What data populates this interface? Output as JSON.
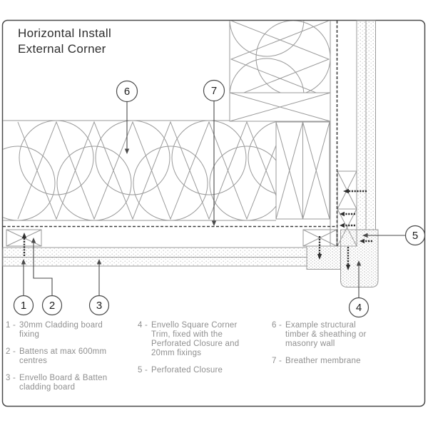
{
  "title": {
    "line1": "Horizontal Install",
    "line2": "External Corner"
  },
  "callouts": {
    "c1": "1",
    "c2": "2",
    "c3": "3",
    "c4": "4",
    "c5": "5",
    "c6": "6",
    "c7": "7"
  },
  "legend": {
    "columns": [
      [
        {
          "num": "1",
          "lines": [
            "30mm Cladding board",
            "fixing"
          ]
        },
        {
          "num": "2",
          "lines": [
            "Battens at max 600mm",
            "centres"
          ]
        },
        {
          "num": "3",
          "lines": [
            "Envello Board & Batten",
            "cladding board"
          ]
        }
      ],
      [
        {
          "num": "4",
          "lines": [
            "Envello Square Corner",
            "Trim, fixed with the",
            "Perforated Closure and",
            "20mm fixings"
          ]
        },
        {
          "num": "5",
          "lines": [
            "Perforated Closure"
          ]
        }
      ],
      [
        {
          "num": "6",
          "lines": [
            "Example structural",
            "timber & sheathing or",
            "masonry wall"
          ]
        },
        {
          "num": "7",
          "lines": [
            "Breather membrane"
          ]
        }
      ]
    ]
  },
  "colors": {
    "background": "#ffffff",
    "card_border": "#4a4a4a",
    "drawing_line": "#9a9a9a",
    "membrane_dark": "#3d3d3d",
    "screw_dark": "#2f2f2f",
    "legend_text": "#8f8f8f",
    "title_text": "#2d2d2d"
  }
}
